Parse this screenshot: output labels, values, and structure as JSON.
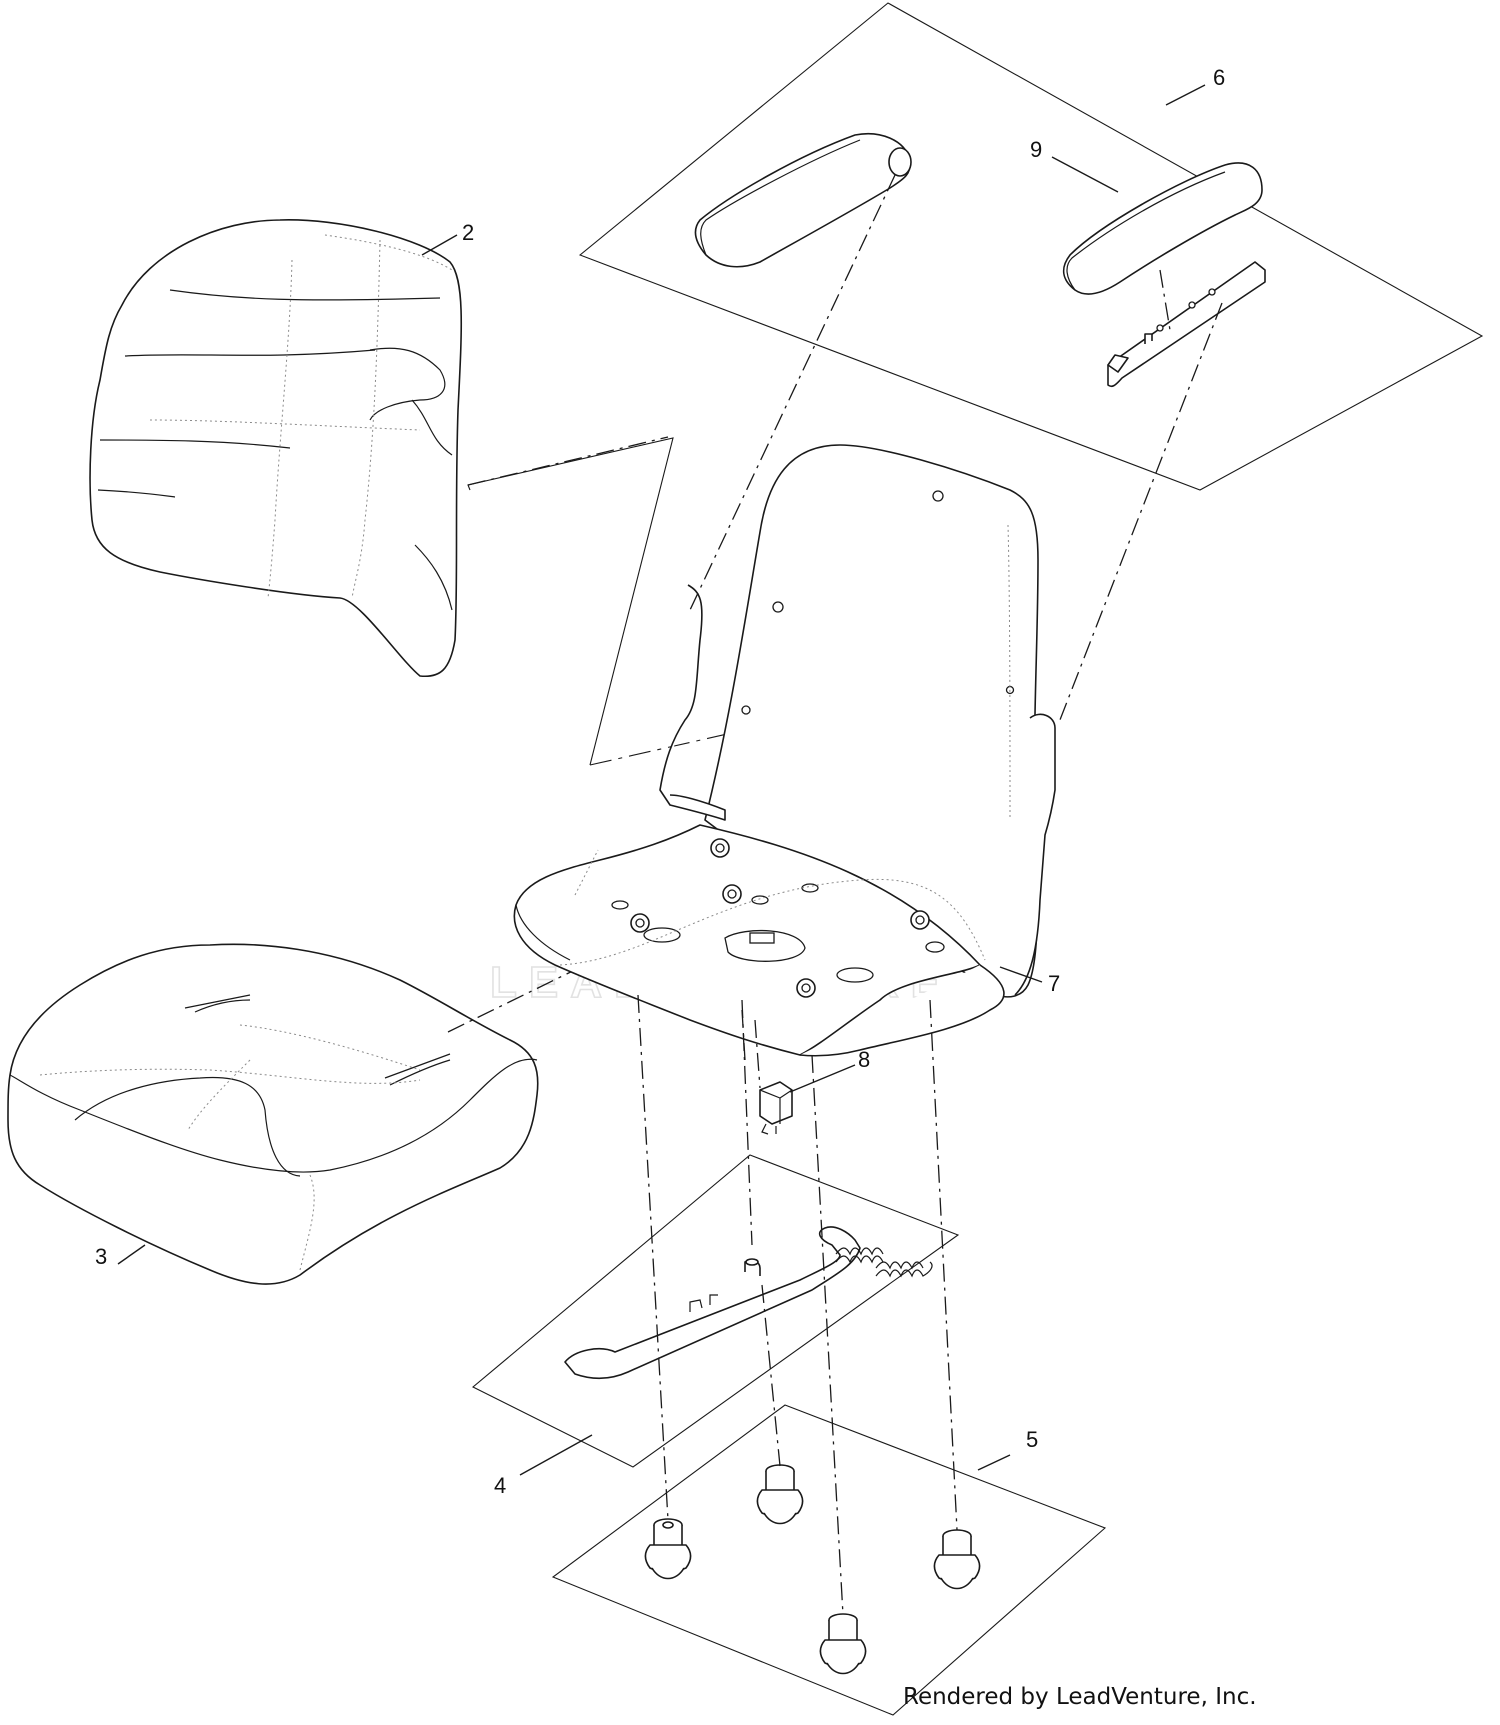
{
  "diagram": {
    "callouts": [
      {
        "id": "2",
        "label": "2"
      },
      {
        "id": "3",
        "label": "3"
      },
      {
        "id": "4",
        "label": "4"
      },
      {
        "id": "5",
        "label": "5"
      },
      {
        "id": "6",
        "label": "6"
      },
      {
        "id": "7",
        "label": "7"
      },
      {
        "id": "8",
        "label": "8"
      },
      {
        "id": "9",
        "label": "9"
      }
    ],
    "watermark": "LEADVENTURE",
    "credit": "Rendered by LeadVenture, Inc."
  }
}
